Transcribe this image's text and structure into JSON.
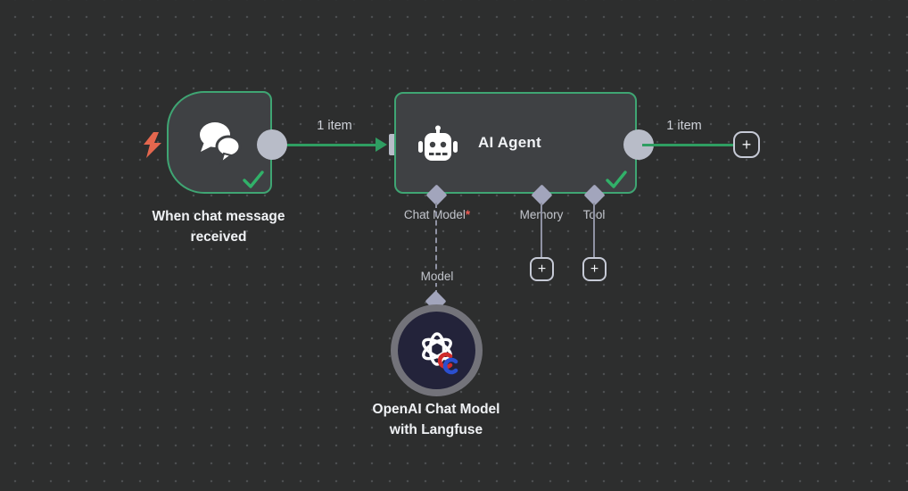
{
  "workflow": {
    "trigger": {
      "name": "When chat message received",
      "icon": "chat-bubbles"
    },
    "agent": {
      "name": "AI Agent",
      "icon": "robot",
      "inputs": {
        "chat_model": {
          "label": "Chat Model",
          "required_mark": "*"
        },
        "memory": {
          "label": "Memory"
        },
        "tool": {
          "label": "Tool"
        }
      }
    },
    "model_node": {
      "name_line1": "OpenAI Chat Model",
      "name_line2": "with Langfuse",
      "port_label": "Model",
      "icon": "openai-logo-with-langfuse-badge"
    },
    "connections": {
      "trigger_to_agent_label": "1 item",
      "agent_output_label": "1 item"
    },
    "buttons": {
      "plus": "+"
    }
  },
  "colors": {
    "canvas_bg": "#2d2e2e",
    "dot": "#4c4e50",
    "node_bg": "#3f4144",
    "node_border_green": "#3fa573",
    "connection_green": "#2f9e62",
    "check_green": "#31b169",
    "connector_gray": "#b8bcc8",
    "diamond_gray": "#a2a5bc",
    "line_gray": "#8f92a3",
    "label_gray": "#c2c5cc",
    "label_light": "#ced1d8",
    "asterisk_red": "#f05c54",
    "bolt_coral": "#e4674e",
    "text_white": "#f0f2f5",
    "model_inner": "#23233a",
    "model_ring": "#73737a",
    "btn_border": "#c6cad6"
  }
}
